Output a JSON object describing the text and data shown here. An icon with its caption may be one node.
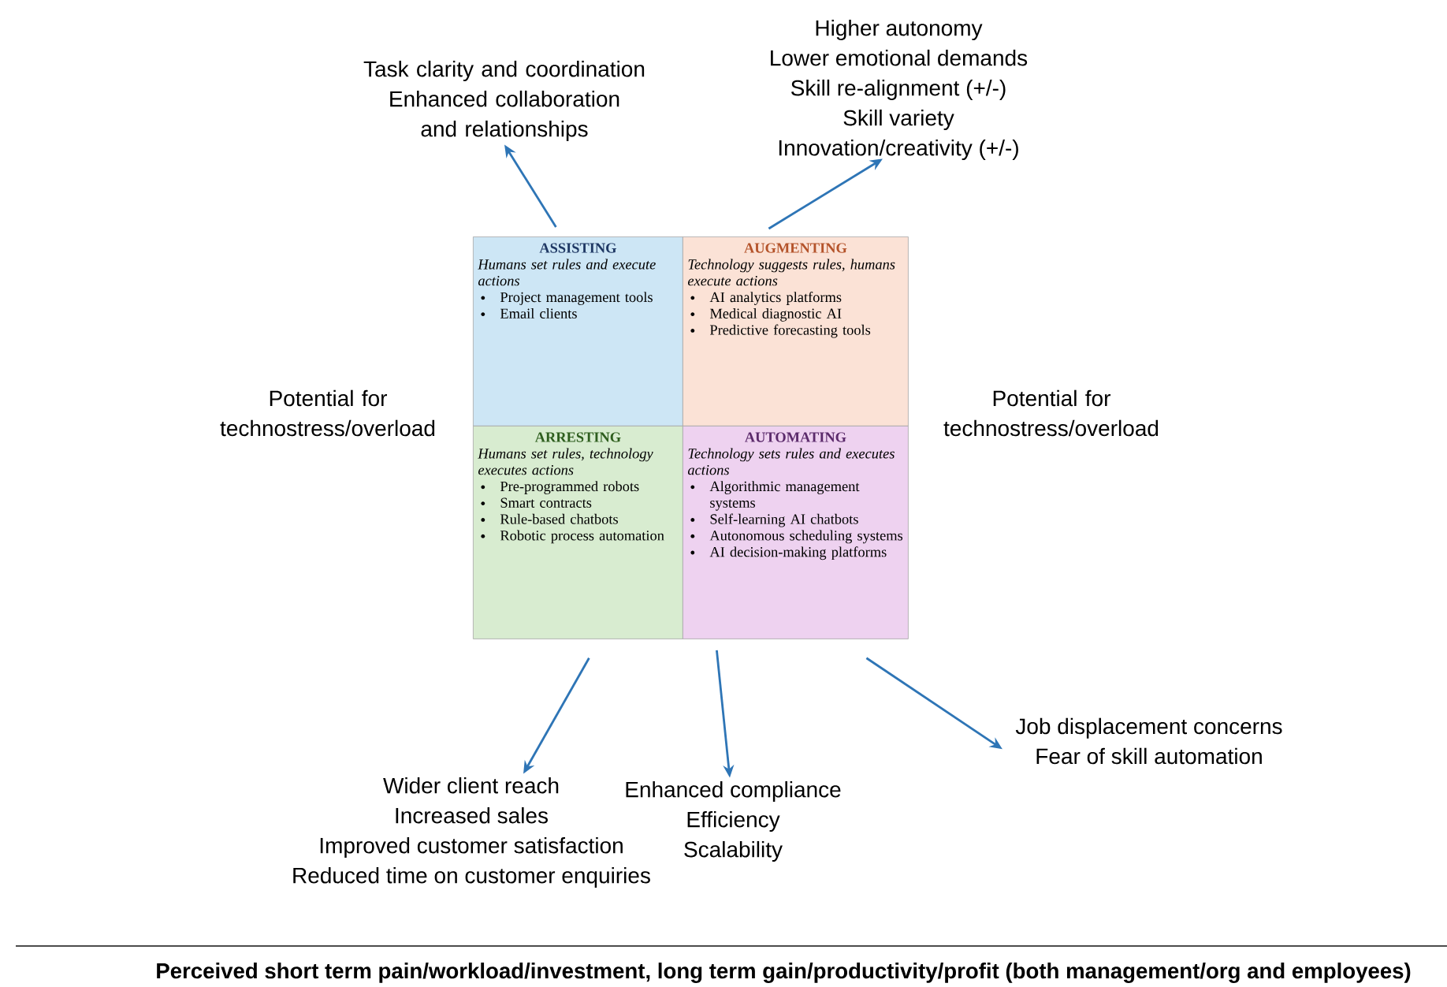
{
  "diagram": {
    "nodes": [
      {
        "text": [
          "Task clarity and coordination",
          "Enhanced collaboration and relationships"
        ]
      },
      {
        "text": [
          "Higher autonomy",
          "Lower emotional demands",
          "Skill re-alignment (+/-)",
          "Skill variety",
          "Innovation/creativity (+/-)"
        ]
      },
      {
        "text": [
          "ASSISTING",
          "Humans set rules and execute actions",
          "Project management tools",
          "Email clients"
        ]
      },
      {
        "text": [
          "AUGMENTING",
          "Technology suggests rules, humans execute actions",
          "AI analytics platforms",
          "Medical diagnostic AI",
          "Predictive forecasting tools"
        ]
      },
      {
        "text": [
          "ARRESTING",
          "Humans set rules, technology executes actions",
          "Pre-programmed robots",
          "Smart contracts",
          "Rule-based chatbots",
          "Robotic process automation"
        ]
      },
      {
        "text": [
          "AUTOMATING",
          "Technology sets rules and executes actions",
          "Algorithmic management systems",
          "Self-learning AI chatbots",
          "Autonomous scheduling systems",
          "AI decision-making platforms"
        ]
      },
      {
        "text": [
          "Wider client reach",
          "Increased sales",
          "Improved customer satisfaction",
          "Reduced time on customer enquiries"
        ]
      },
      {
        "text": [
          "Enhanced compliance",
          "Efficiency",
          "Scalability"
        ]
      },
      {
        "text": [
          "Job displacement concerns",
          "Fear of skill automation"
        ]
      }
    ],
    "edges": [
      {
        "from": 2,
        "to": 0,
        "arrow": "to"
      },
      {
        "from": 3,
        "to": 1,
        "arrow": "to"
      },
      {
        "from": 4,
        "to": 6,
        "arrow": "to"
      },
      {
        "from": 5,
        "to": 7,
        "arrow": "to"
      },
      {
        "from": 5,
        "to": 8,
        "arrow": "to"
      }
    ],
    "labels": [
      "Potential for technostress/overload",
      "Potential for technostress/overload",
      "Perceived short term pain/workload/investment, long term gain/productivity/profit (both management/org and employees)"
    ]
  }
}
